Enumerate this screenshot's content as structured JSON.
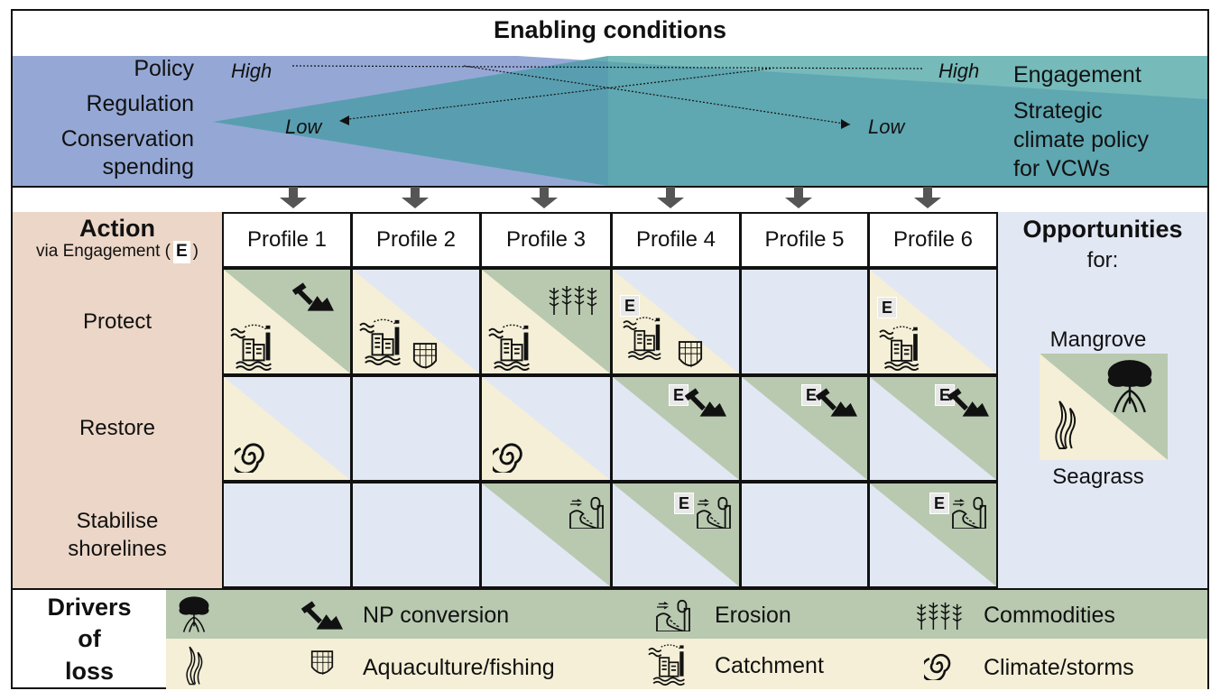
{
  "title": "Enabling conditions",
  "left_labels": [
    "Policy",
    "Regulation",
    "Conservation",
    "spending"
  ],
  "right_labels": [
    "Engagement",
    "Strategic",
    "climate policy",
    "for VCWs"
  ],
  "gradient_labels": {
    "high_left": "High",
    "high_right": "High",
    "low_left": "Low",
    "low_right": "Low"
  },
  "action": {
    "title": "Action",
    "subtitle": "via Engagement (",
    "badge": "E",
    "close": ")"
  },
  "profiles": [
    "Profile 1",
    "Profile 2",
    "Profile 3",
    "Profile 4",
    "Profile 5",
    "Profile 6"
  ],
  "rows": [
    "Protect",
    "Restore",
    "Stabilise",
    "shorelines"
  ],
  "opportunities": {
    "title": "Opportunities",
    "for": "for:",
    "mangrove": "Mangrove",
    "seagrass": "Seagrass"
  },
  "drivers": {
    "title_lines": [
      "Drivers",
      "of",
      "loss"
    ]
  },
  "legend": {
    "np_conversion": "NP conversion",
    "erosion": "Erosion",
    "commodities": "Commodities",
    "aquaculture": "Aquaculture/fishing",
    "catchment": "Catchment",
    "climate": "Climate/storms"
  },
  "badge_letter": "E",
  "colors": {
    "blue": "#8fa3d3",
    "teal": "#4fa7a6",
    "mangrove_green": "#b8c9b0",
    "seagrass_cream": "#f4efd6",
    "cell_blue": "#e2e7f4",
    "row_head": "#ecd6c7"
  }
}
